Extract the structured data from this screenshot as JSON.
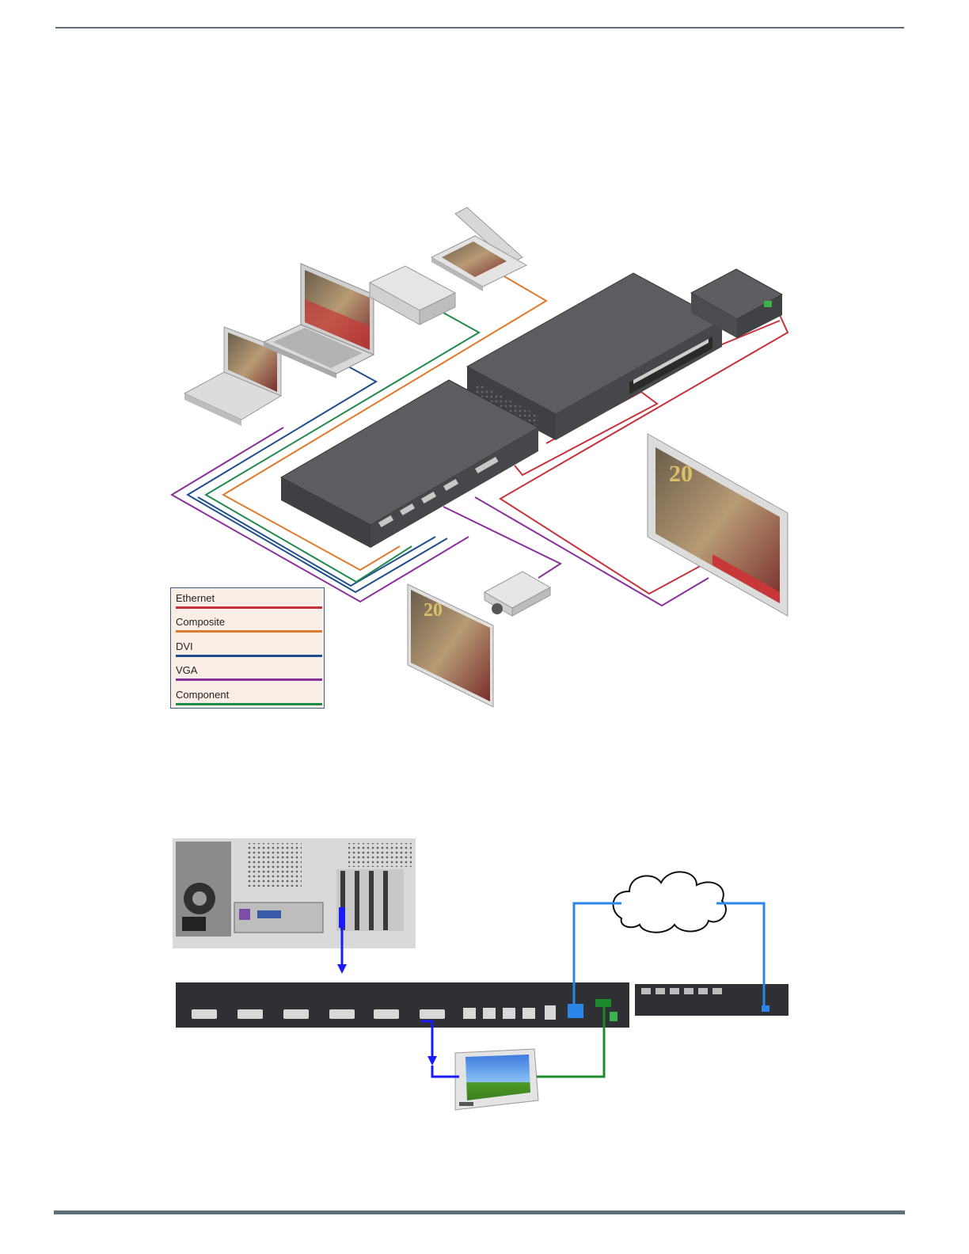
{
  "legend": {
    "items": [
      {
        "label": "Ethernet",
        "color": "#c6323c"
      },
      {
        "label": "Composite",
        "color": "#e07b2e"
      },
      {
        "label": "DVI",
        "color": "#1f4e8c"
      },
      {
        "label": "VGA",
        "color": "#8b2f9a"
      },
      {
        "label": "Component",
        "color": "#1f8a4c"
      }
    ]
  },
  "colors": {
    "dvi_link": "#1a1aff",
    "network_link": "#2b86e8",
    "touch_link": "#1e8a2e",
    "device_body": "#4a4c50",
    "rule": "#5b7177"
  },
  "icons": [
    "laptop-icon",
    "projector-icon",
    "display-icon",
    "touch-panel-icon",
    "cloud-icon",
    "pc-rear-icon",
    "switcher-icon",
    "controller-icon"
  ]
}
